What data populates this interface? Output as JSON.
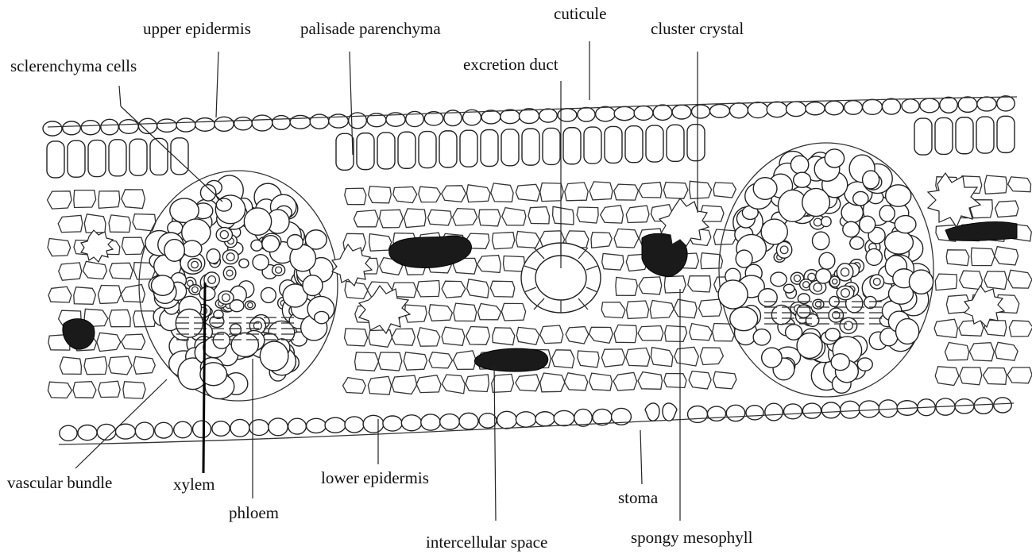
{
  "labels": {
    "upper_epidermis": "upper epidermis",
    "palisade_parenchyma": "palisade parenchyma",
    "cuticule": "cuticule",
    "cluster_crystal": "cluster crystal",
    "sclerenchyma_cells": "sclerenchyma cells",
    "excretion_duct": "excretion duct",
    "vascular_bundle": "vascular bundle",
    "xylem": "xylem",
    "phloem": "phloem",
    "lower_epidermis": "lower epidermis",
    "stoma": "stoma",
    "intercellular_space": "intercellular space",
    "spongy_mesophyll": "spongy mesophyll"
  }
}
